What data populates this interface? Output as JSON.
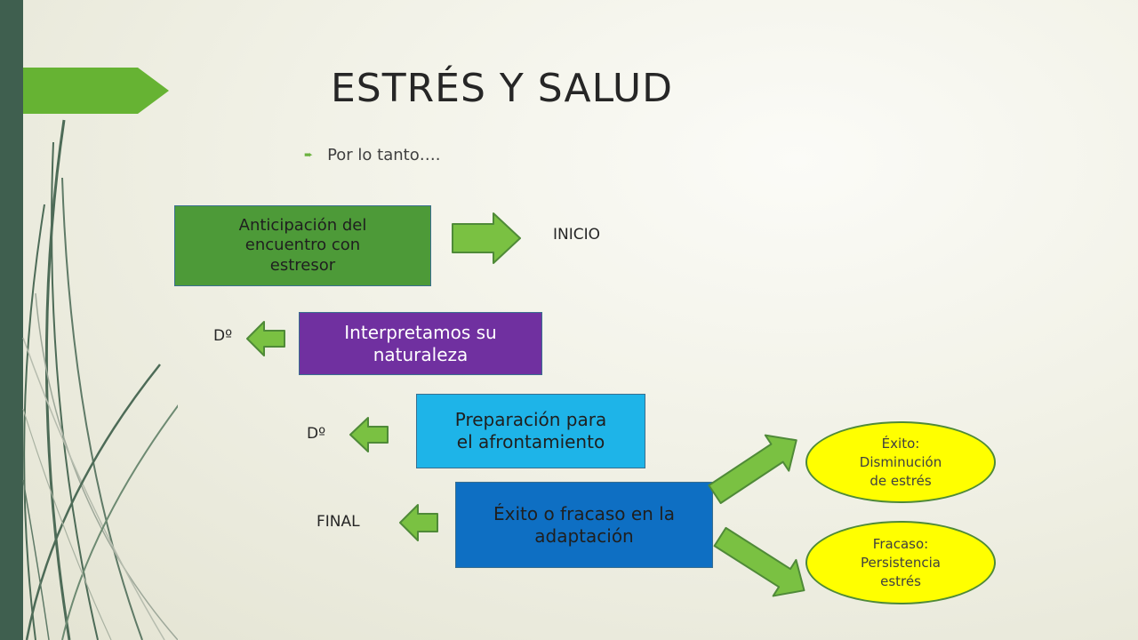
{
  "slide": {
    "title": "ESTRÉS Y SALUD",
    "bullet": "Por lo tanto…."
  },
  "colors": {
    "sidebar": "#3f5f4f",
    "accent_green": "#6bb23f",
    "arrow_fill": "#7ac142",
    "box1": "#4d9a38",
    "box2": "#7030a0",
    "box3": "#1eb4e8",
    "box4": "#0e6fc3",
    "outcome": "#ffff00"
  },
  "diagram": {
    "steps": [
      {
        "lines": [
          "Anticipación del",
          "encuentro con",
          "estresor"
        ]
      },
      {
        "lines": [
          "Interpretamos su",
          "naturaleza"
        ]
      },
      {
        "lines": [
          "Preparación para",
          "el afrontamiento"
        ]
      },
      {
        "lines": [
          "Éxito o fracaso en la",
          "adaptación"
        ]
      }
    ],
    "labels": {
      "inicio": "INICIO",
      "d1": "Dº",
      "d2": "Dº",
      "final": "FINAL"
    },
    "outcomes": [
      {
        "lines": [
          "Éxito:",
          "Disminución",
          "de estrés"
        ]
      },
      {
        "lines": [
          "Fracaso:",
          "Persistencia",
          "estrés"
        ]
      }
    ]
  }
}
